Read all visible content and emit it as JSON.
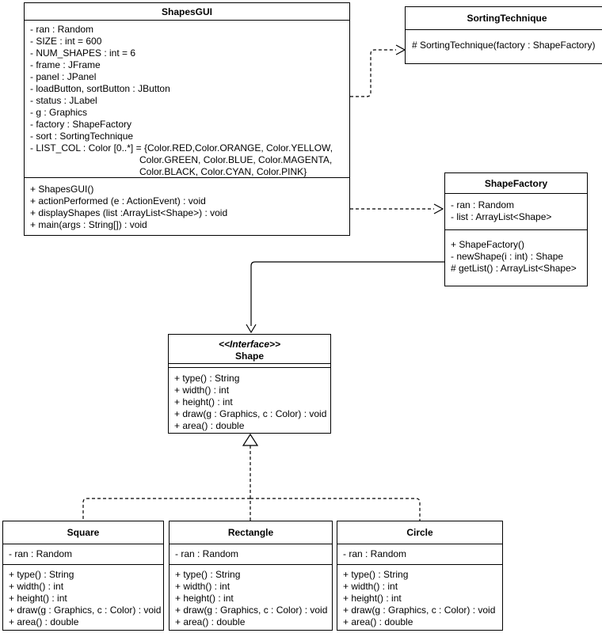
{
  "colors": {
    "line": "#000000",
    "background": "#ffffff",
    "text": "#000000"
  },
  "classes": {
    "shapesgui": {
      "name": "ShapesGUI",
      "attributes": [
        "- ran : Random",
        "- SIZE : int = 600",
        "- NUM_SHAPES : int = 6",
        "- frame : JFrame",
        "- panel : JPanel",
        "- loadButton, sortButton : JButton",
        "- status : JLabel",
        "- g : Graphics",
        "- factory : ShapeFactory",
        "- sort : SortingTechnique",
        "- LIST_COL : Color [0..*] = {Color.RED,Color.ORANGE, Color.YELLOW,",
        {
          "t": "Color.GREEN, Color.BLUE, Color.MAGENTA,",
          "cont": true
        },
        {
          "t": "Color.BLACK, Color.CYAN, Color.PINK}",
          "cont": true
        }
      ],
      "methods": [
        "+ ShapesGUI()",
        "+ actionPerformed (e : ActionEvent) : void",
        "+ displayShapes (list :ArrayList<Shape>) : void",
        "+ main(args : String[]) : void"
      ]
    },
    "sortingtechnique": {
      "name": "SortingTechnique",
      "methods": [
        "# SortingTechnique(factory : ShapeFactory)"
      ]
    },
    "shapefactory": {
      "name": "ShapeFactory",
      "attributes": [
        "- ran : Random",
        "- list : ArrayList<Shape>"
      ],
      "methods": [
        "+ ShapeFactory()",
        "- newShape(i : int) : Shape",
        "# getList() : ArrayList<Shape>"
      ]
    },
    "shape": {
      "stereotype": "<<Interface>>",
      "name": "Shape",
      "methods": [
        "+ type() : String",
        "+ width() : int",
        "+ height() : int",
        "+ draw(g : Graphics, c : Color) : void",
        "+ area() : double"
      ]
    },
    "square": {
      "name": "Square",
      "attributes": [
        "- ran : Random"
      ],
      "methods": [
        "+ type() : String",
        "+ width() : int",
        "+ height() : int",
        "+ draw(g : Graphics, c : Color) : void",
        "+ area() : double"
      ]
    },
    "rectangle": {
      "name": "Rectangle",
      "attributes": [
        "- ran : Random"
      ],
      "methods": [
        "+ type() : String",
        "+ width() : int",
        "+ height() : int",
        "+ draw(g : Graphics, c : Color) : void",
        "+ area() : double"
      ]
    },
    "circle": {
      "name": "Circle",
      "attributes": [
        "- ran : Random"
      ],
      "methods": [
        "+ type() : String",
        "+ width() : int",
        "+ height() : int",
        "+ draw(g : Graphics, c : Color) : void",
        "+ area() : double"
      ]
    }
  },
  "relationships": [
    {
      "from": "ShapesGUI",
      "to": "SortingTechnique",
      "type": "dependency",
      "style": "dashed-open-arrow"
    },
    {
      "from": "ShapesGUI",
      "to": "ShapeFactory",
      "type": "dependency",
      "style": "dashed-open-arrow"
    },
    {
      "from": "ShapeFactory",
      "to": "Shape",
      "type": "directed-association",
      "style": "solid-open-arrow"
    },
    {
      "from": "Square",
      "to": "Shape",
      "type": "realization",
      "style": "dashed-hollow-triangle"
    },
    {
      "from": "Rectangle",
      "to": "Shape",
      "type": "realization",
      "style": "dashed-hollow-triangle"
    },
    {
      "from": "Circle",
      "to": "Shape",
      "type": "realization",
      "style": "dashed-hollow-triangle"
    }
  ]
}
